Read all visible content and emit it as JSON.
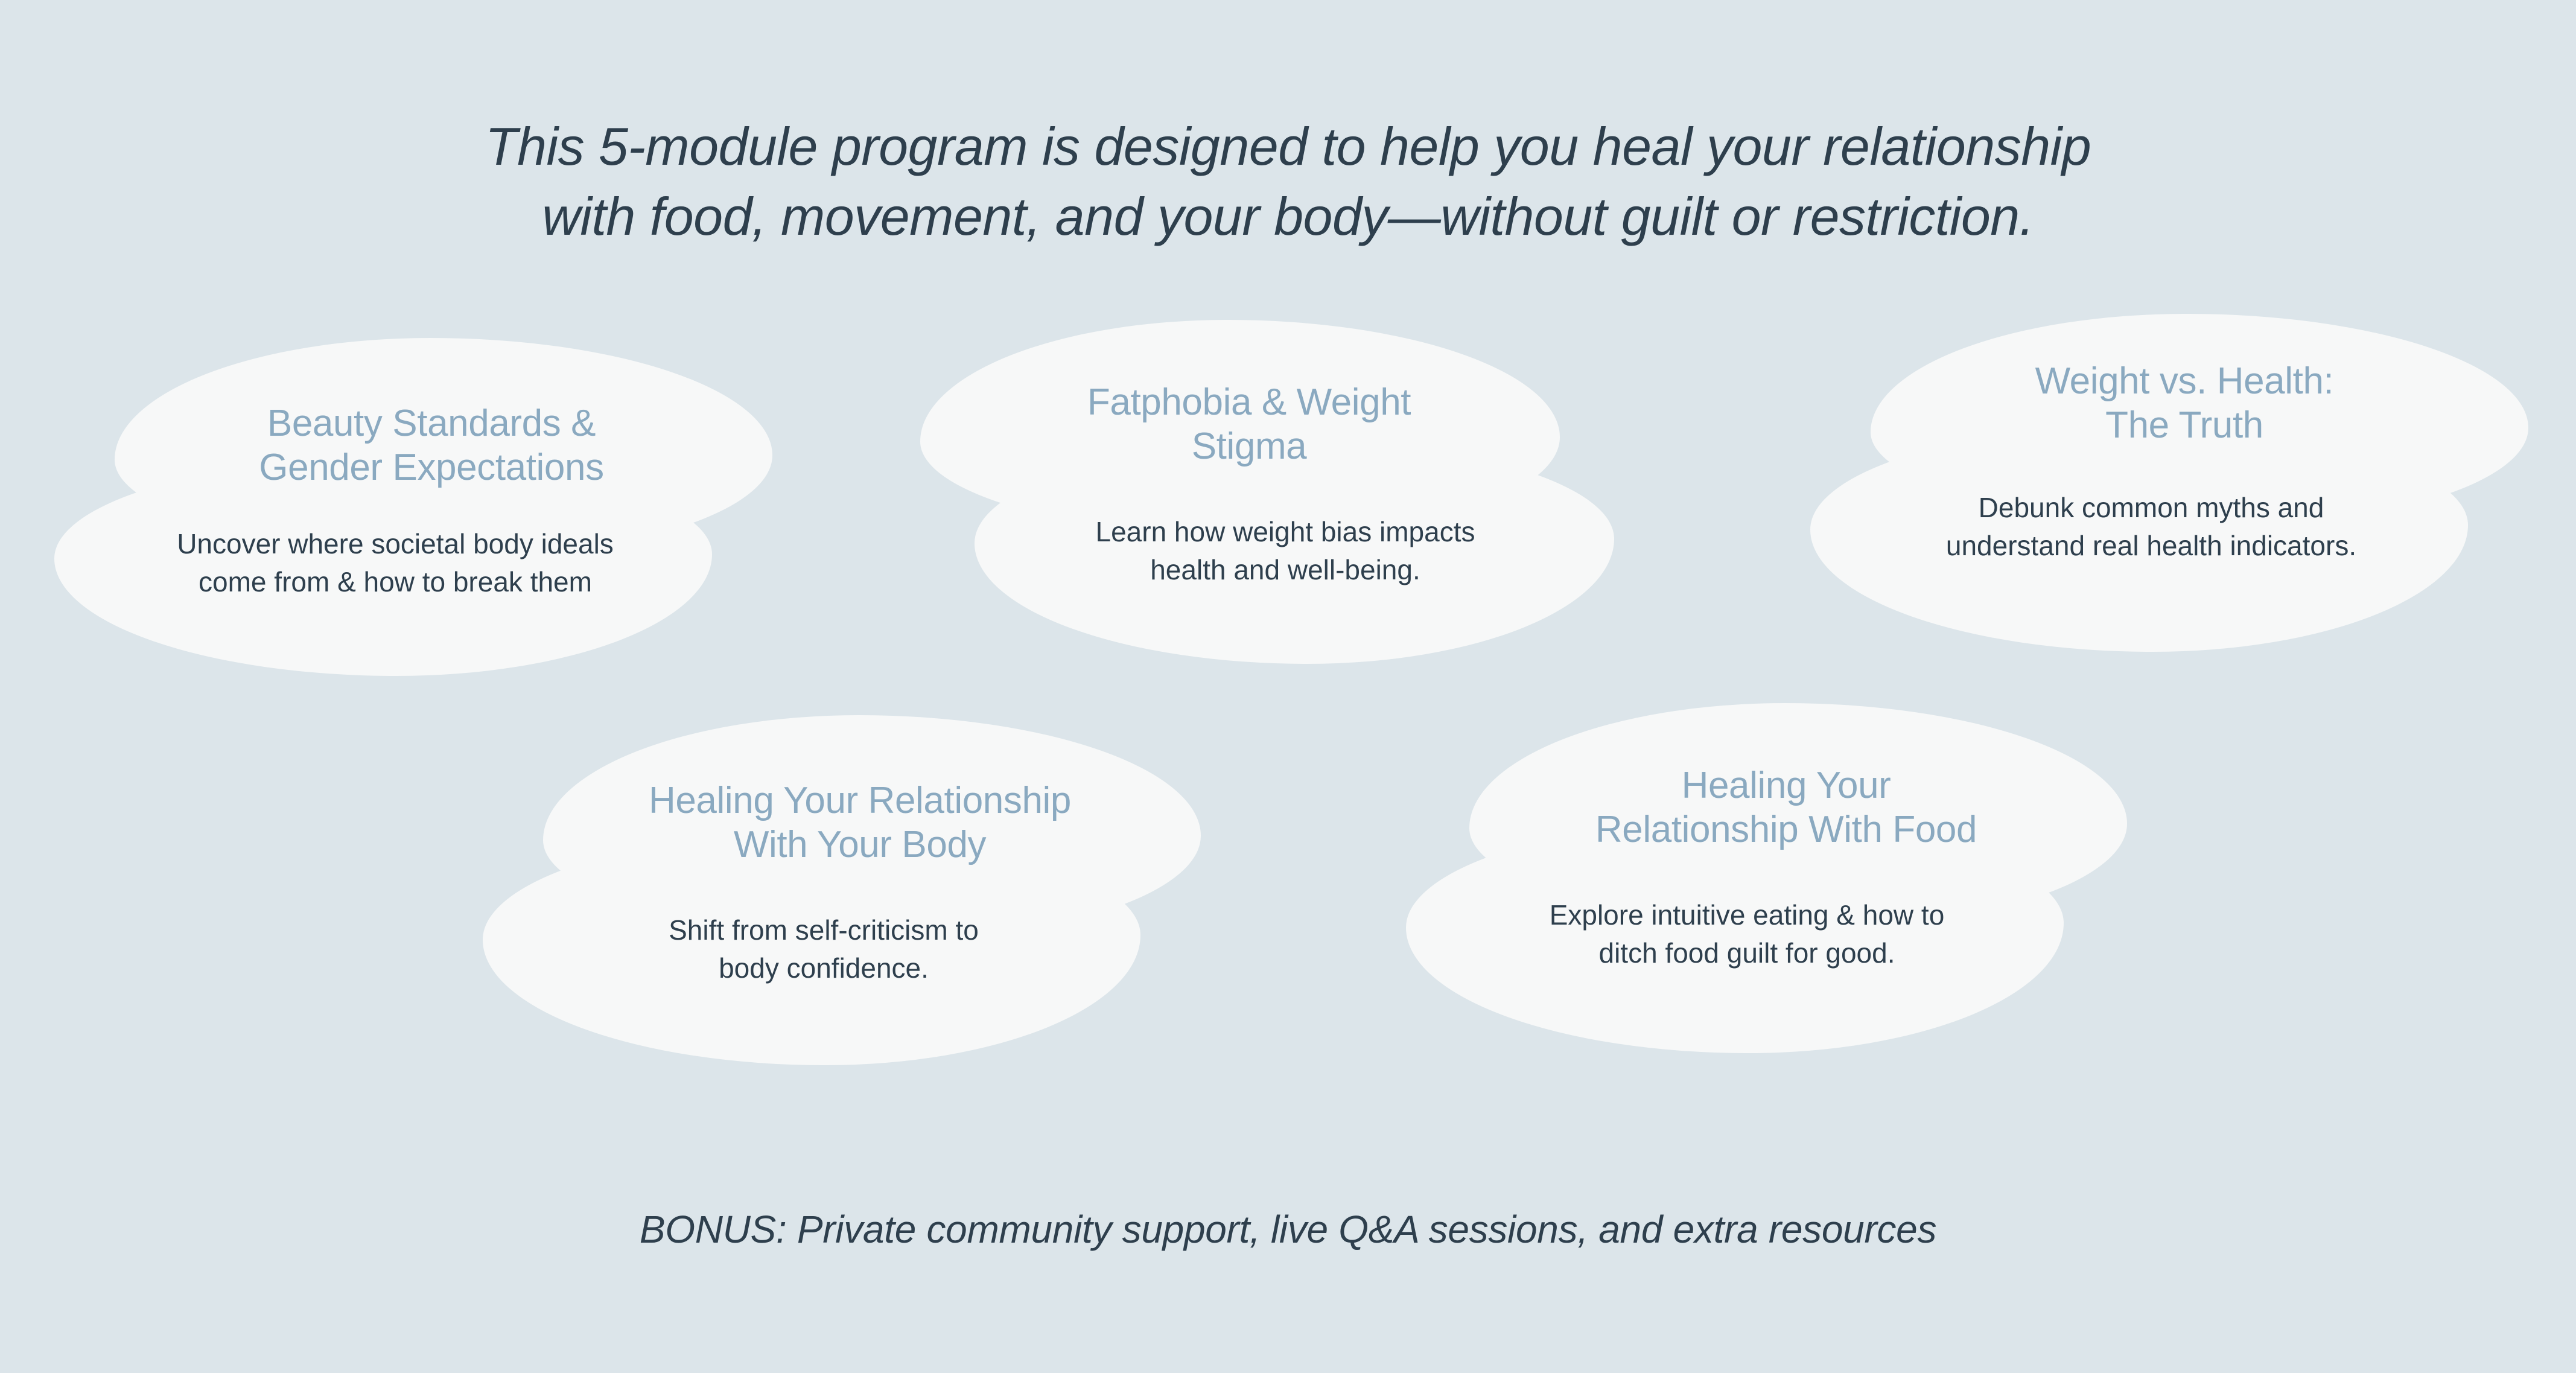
{
  "colors": {
    "background": "#dce5ea",
    "cloud_fill": "#f7f8f8",
    "title_blue": "#8aa9c0",
    "text_dark": "#2e3f4d"
  },
  "intro": {
    "line1": "This 5-module program is designed to help you heal your relationship",
    "line2": "with food, movement, and your body—without guilt or restriction."
  },
  "bonus": {
    "text": "BONUS: Private community support, live Q&A sessions, and extra resources"
  },
  "modules": [
    {
      "title_line1": "Beauty Standards &",
      "title_line2": "Gender Expectations",
      "desc_line1": "Uncover where societal body ideals",
      "desc_line2": "come from & how to break them"
    },
    {
      "title_line1": "Fatphobia & Weight",
      "title_line2": "Stigma",
      "desc_line1": "Learn how weight bias impacts",
      "desc_line2": "health and well-being."
    },
    {
      "title_line1": "Weight vs. Health:",
      "title_line2": "The Truth",
      "desc_line1": "Debunk common myths and",
      "desc_line2": "understand real health indicators."
    },
    {
      "title_line1": "Healing Your Relationship",
      "title_line2": "With Your Body",
      "desc_line1": "Shift from self-criticism to",
      "desc_line2": "body confidence."
    },
    {
      "title_line1": "Healing Your",
      "title_line2": "Relationship With Food",
      "desc_line1": "Explore intuitive eating & how to",
      "desc_line2": "ditch food guilt for good."
    }
  ]
}
